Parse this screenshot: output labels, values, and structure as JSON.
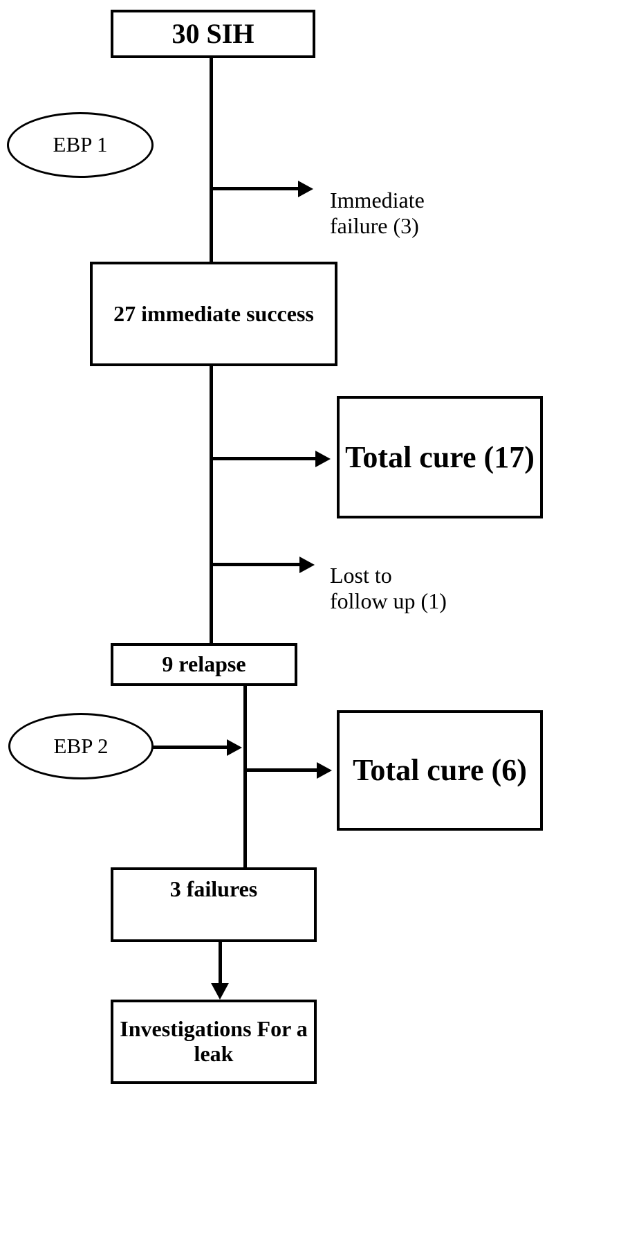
{
  "diagram": {
    "title": "SIH epidural blood patch outcome flowchart",
    "accent_color": "#000000",
    "background_color": "#ffffff"
  },
  "nodes": {
    "start": {
      "label": "30 SIH",
      "shape": "rectangle"
    },
    "ebp1": {
      "label": "EBP 1",
      "shape": "ellipse"
    },
    "immediate_failure": {
      "label": "Immediate\nfailure (3)",
      "shape": "text"
    },
    "immediate_success": {
      "label": "27 immediate\nsuccess",
      "shape": "rectangle"
    },
    "total_cure_17": {
      "label": "Total\ncure (17)",
      "shape": "rectangle"
    },
    "lost_to_follow_up": {
      "label": "Lost to\nfollow up (1)",
      "shape": "text"
    },
    "relapse": {
      "label": "9 relapse",
      "shape": "rectangle"
    },
    "ebp2": {
      "label": "EBP 2",
      "shape": "ellipse"
    },
    "total_cure_6": {
      "label": "Total\ncure (6)",
      "shape": "rectangle"
    },
    "failures": {
      "label": "3 failures",
      "shape": "rectangle"
    },
    "investigations": {
      "label": "Investigations\nFor a leak",
      "shape": "rectangle"
    }
  },
  "chart_data": {
    "type": "flowchart",
    "title": "SIH epidural blood patch outcome flowchart",
    "nodes": [
      {
        "id": "start",
        "label": "30 SIH",
        "value": 30,
        "shape": "rectangle"
      },
      {
        "id": "ebp1",
        "label": "EBP 1",
        "shape": "ellipse"
      },
      {
        "id": "immediate_failure",
        "label": "Immediate failure (3)",
        "value": 3,
        "shape": "text"
      },
      {
        "id": "immediate_success",
        "label": "27 immediate success",
        "value": 27,
        "shape": "rectangle"
      },
      {
        "id": "total_cure_17",
        "label": "Total cure (17)",
        "value": 17,
        "shape": "rectangle"
      },
      {
        "id": "lost_to_follow_up",
        "label": "Lost to follow up (1)",
        "value": 1,
        "shape": "text"
      },
      {
        "id": "relapse",
        "label": "9 relapse",
        "value": 9,
        "shape": "rectangle"
      },
      {
        "id": "ebp2",
        "label": "EBP 2",
        "shape": "ellipse"
      },
      {
        "id": "total_cure_6",
        "label": "Total cure (6)",
        "value": 6,
        "shape": "rectangle"
      },
      {
        "id": "failures",
        "label": "3 failures",
        "value": 3,
        "shape": "rectangle"
      },
      {
        "id": "investigations",
        "label": "Investigations For a leak",
        "shape": "rectangle"
      }
    ],
    "edges": [
      {
        "from": "start",
        "to": "immediate_failure",
        "type": "arrow"
      },
      {
        "from": "start",
        "to": "immediate_success",
        "type": "line"
      },
      {
        "from": "immediate_success",
        "to": "total_cure_17",
        "type": "arrow"
      },
      {
        "from": "immediate_success",
        "to": "lost_to_follow_up",
        "type": "arrow"
      },
      {
        "from": "immediate_success",
        "to": "relapse",
        "type": "line"
      },
      {
        "from": "ebp2",
        "to": "relapse",
        "type": "arrow"
      },
      {
        "from": "relapse",
        "to": "total_cure_6",
        "type": "arrow"
      },
      {
        "from": "relapse",
        "to": "failures",
        "type": "line"
      },
      {
        "from": "failures",
        "to": "investigations",
        "type": "arrow"
      }
    ]
  }
}
